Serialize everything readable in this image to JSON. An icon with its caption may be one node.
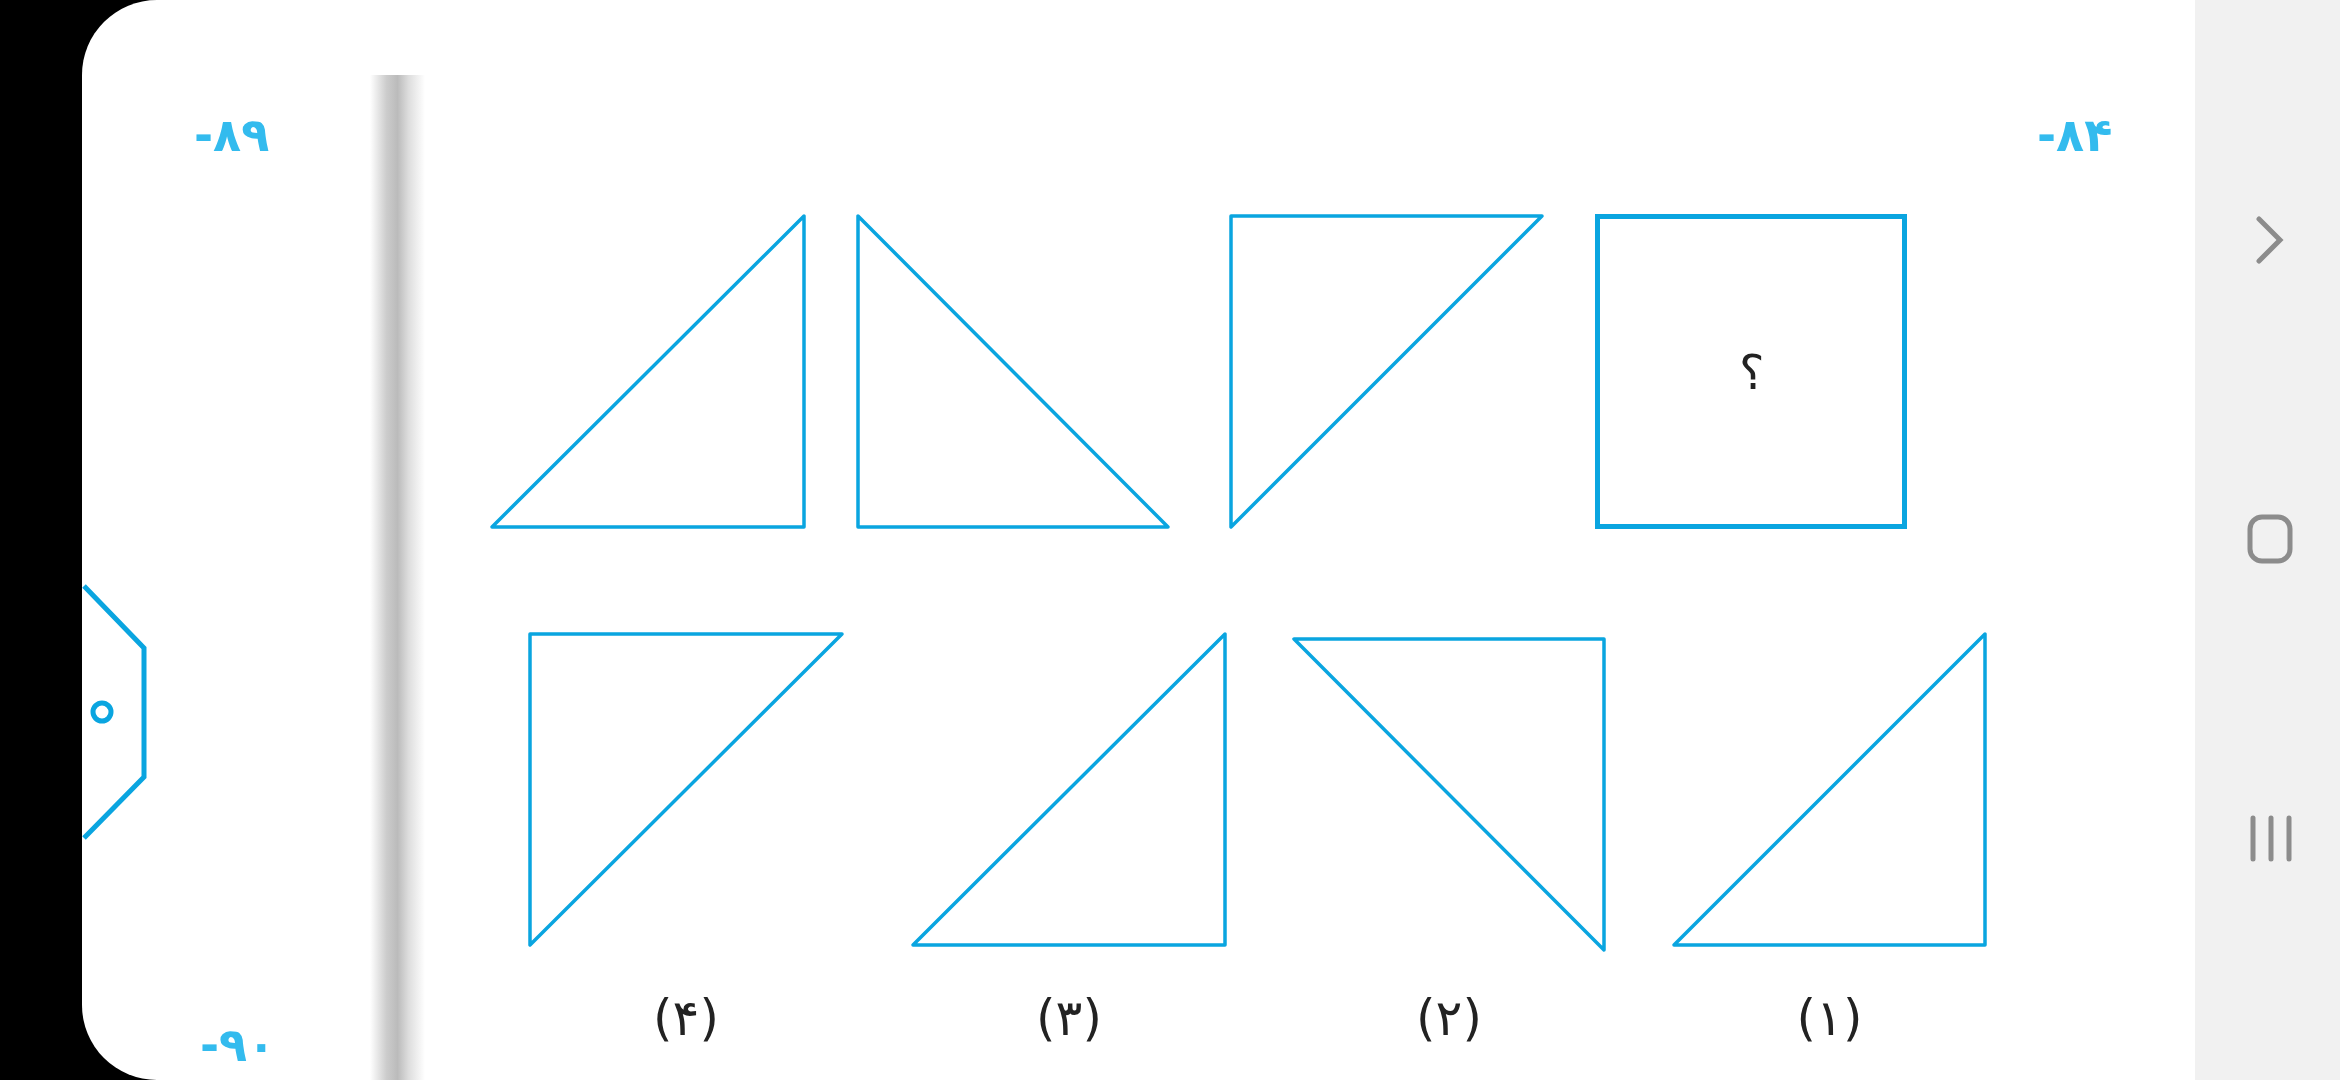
{
  "diagram": {
    "nodes": [
      {
        "text": [],
        "shape": "triangle"
      },
      {
        "text": [],
        "shape": "triangle"
      },
      {
        "text": [],
        "shape": "triangle"
      },
      {
        "text": [
          "؟"
        ]
      },
      {
        "text": [],
        "shape": "triangle",
        "beside": [
          "(۴)"
        ]
      },
      {
        "text": [],
        "shape": "triangle",
        "beside": [
          "(۳)"
        ]
      },
      {
        "text": [],
        "shape": "triangle",
        "beside": [
          "(۲)"
        ]
      },
      {
        "text": [],
        "shape": "triangle",
        "beside": [
          "(۱)"
        ]
      }
    ],
    "labels": [
      "۸۹-",
      "۸۴-",
      "۹۰-"
    ]
  }
}
